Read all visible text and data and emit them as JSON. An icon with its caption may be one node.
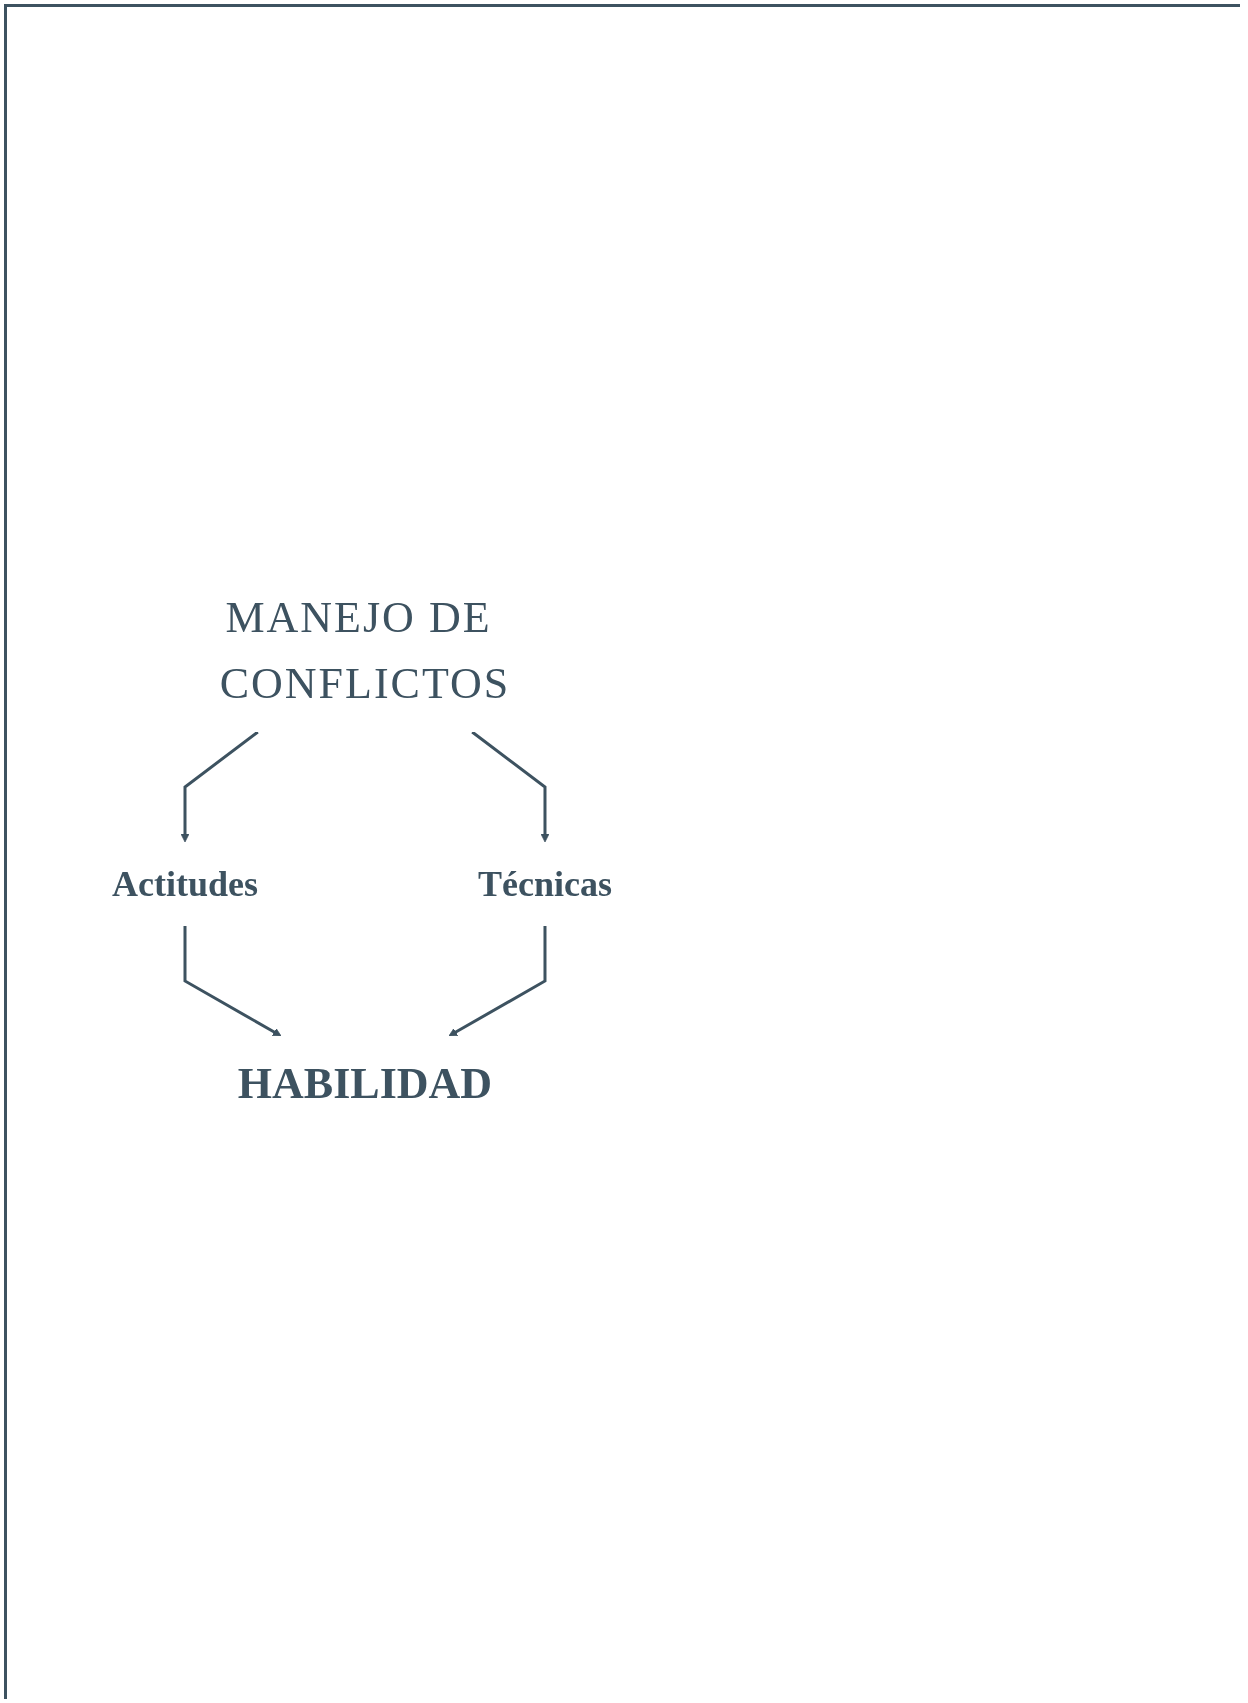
{
  "diagram": {
    "nodes": [
      {
        "text": [
          "MANEJO DE CONFLICTOS"
        ]
      },
      {
        "text": [
          "Actitudes"
        ]
      },
      {
        "text": [
          "Técnicas"
        ]
      },
      {
        "text": [
          "HABILIDAD"
        ]
      }
    ],
    "edges": [
      {
        "from": 0,
        "to": 1,
        "arrow": "to"
      },
      {
        "from": 0,
        "to": 2,
        "arrow": "to"
      },
      {
        "from": 1,
        "to": 3,
        "arrow": "to"
      },
      {
        "from": 2,
        "to": 3,
        "arrow": "to"
      }
    ]
  }
}
